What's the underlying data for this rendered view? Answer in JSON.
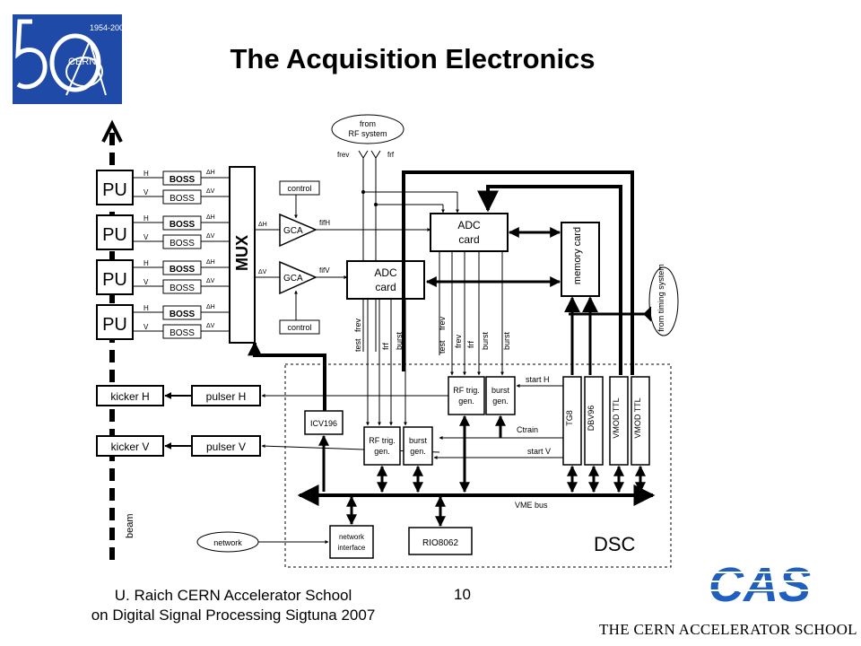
{
  "slide": {
    "title": "The Acquisition Electronics",
    "footer_line1": "U. Raich  CERN Accelerator School",
    "footer_line2": "on Digital Signal Processing  Sigtuna 2007",
    "page_number": "10"
  },
  "logo_50": {
    "years": "1954-2004",
    "text": "CERN",
    "color": "#1f4aa8"
  },
  "cas_logo": {
    "text": "CAS",
    "tagline": "THE CERN ACCELERATOR SCHOOL",
    "color": "#1f5fc0"
  },
  "diagram": {
    "pickup": "PU",
    "h": "H",
    "v": "V",
    "boss": "BOSS",
    "dh": "ΔH",
    "dv": "ΔV",
    "mux": "MUX",
    "gca": "GCA",
    "control": "control",
    "fifh": "fifH",
    "fifv": "fifV",
    "adc1": "ADC",
    "adc2": "card",
    "memory": "memory card",
    "rf_source1": "from",
    "rf_source2": "RF system",
    "frev": "frev",
    "frf": "frf",
    "timing": "from timing system",
    "sig_test": "test",
    "sig_frev": "frev",
    "sig_frf": "frf",
    "sig_burst": "burst",
    "kicker_h": "kicker H",
    "kicker_v": "kicker V",
    "pulser_h": "pulser H",
    "pulser_v": "pulser V",
    "icv": "ICV196",
    "rf_trig1": "RF trig.",
    "rf_trig2": "gen.",
    "burst1": "burst",
    "burst2": "gen.",
    "start_h": "start H",
    "start_v": "start V",
    "ctrain": "Ctrain",
    "tg8": "TG8",
    "dbv": "DBV96",
    "vmod1": "VMOD TTL",
    "vmod2": "VMOD TTL",
    "vme": "VME bus",
    "network": "network",
    "netif1": "network",
    "netif2": "interface",
    "rio": "RIO8062",
    "dsc": "DSC",
    "beam": "beam"
  }
}
